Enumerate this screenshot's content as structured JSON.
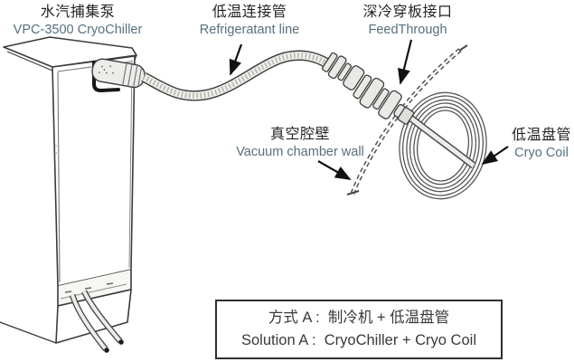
{
  "labels": {
    "cryochiller": {
      "zh": "水汽捕集泵",
      "en": "VPC-3500 CryoChiller"
    },
    "refrigerant_line": {
      "zh": "低温连接管",
      "en": "Refrigeratant line"
    },
    "feedthrough": {
      "zh": "深冷穿板接口",
      "en": "FeedThrough"
    },
    "vacuum_wall": {
      "zh": "真空腔壁",
      "en": "Vacuum chamber wall"
    },
    "cryo_coil": {
      "zh": "低温盘管",
      "en": "Cryo Coil"
    }
  },
  "solution_box": {
    "line1_zh": "方式 A :  制冷机 + 低温盘管",
    "line2_en": "Solution A :  CryoChiller + Cryo Coil"
  },
  "colors": {
    "chinese_text": "#242424",
    "english_text": "#56707e",
    "line_art": "#3b3b3b",
    "box_text": "#3a3a3a",
    "box_border": "#2f2f2f",
    "arrow": "#111111",
    "background": "#ffffff"
  }
}
